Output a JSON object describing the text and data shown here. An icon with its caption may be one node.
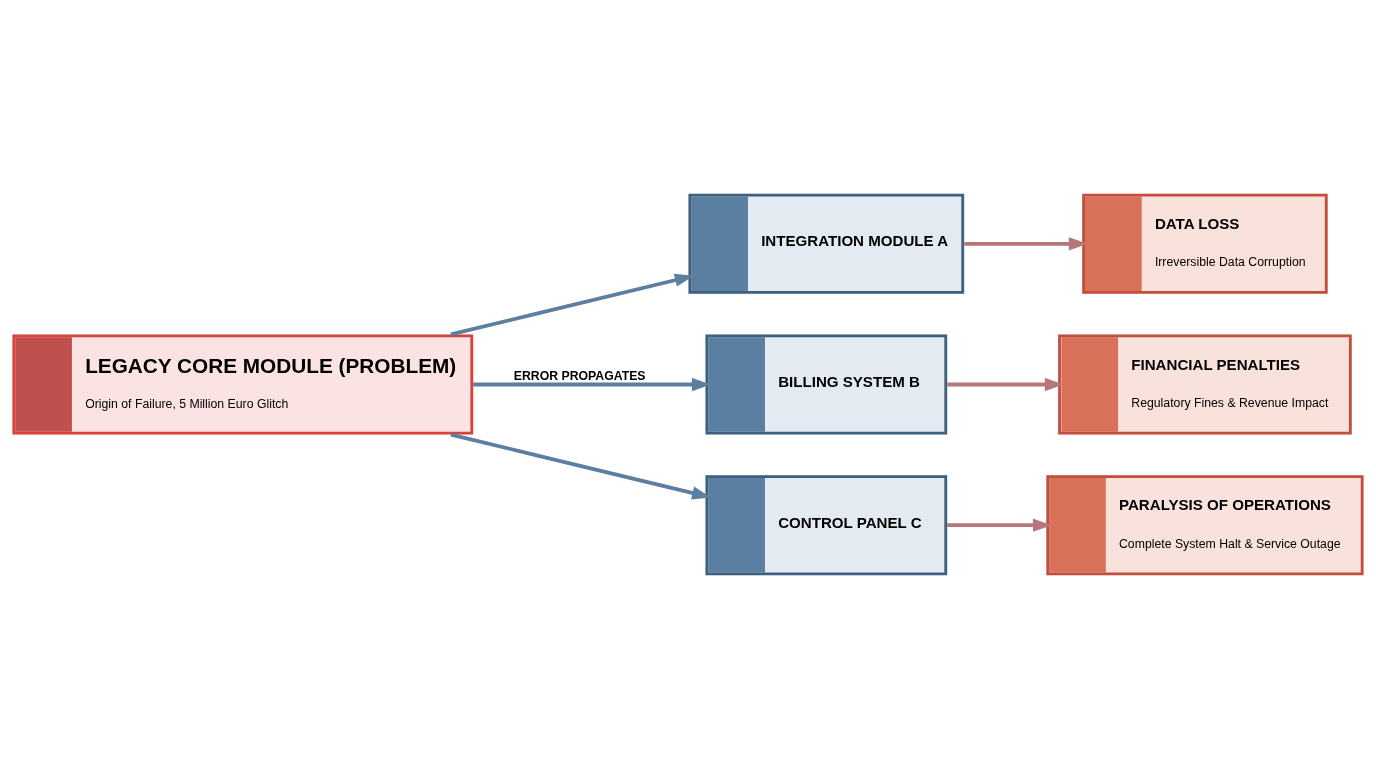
{
  "diagram": {
    "nodes": [
      {
        "text": [
          "LEGACY CORE MODULE (PROBLEM)",
          "Origin of Failure, 5 Million Euro Glitch"
        ]
      },
      {
        "text": [
          "INTEGRATION MODULE A"
        ]
      },
      {
        "text": [
          "BILLING SYSTEM B"
        ]
      },
      {
        "text": [
          "CONTROL PANEL C"
        ]
      },
      {
        "text": [
          "DATA LOSS",
          "Irreversible Data Corruption"
        ]
      },
      {
        "text": [
          "FINANCIAL PENALTIES",
          "Regulatory Fines & Revenue Impact"
        ]
      },
      {
        "text": [
          "PARALYSIS OF OPERATIONS",
          "Complete System Halt & Service Outage"
        ]
      }
    ],
    "edges": [
      {
        "from": 0,
        "to": 1,
        "arrow": "to"
      },
      {
        "from": 0,
        "to": 2,
        "arrow": "to",
        "label": "ERROR PROPAGATES"
      },
      {
        "from": 0,
        "to": 3,
        "arrow": "to"
      },
      {
        "from": 1,
        "to": 4,
        "arrow": "to",
        "color": "#b5777a"
      },
      {
        "from": 2,
        "to": 5,
        "arrow": "to",
        "color": "#b5777a"
      },
      {
        "from": 3,
        "to": 6,
        "arrow": "to",
        "color": "#b5777a"
      }
    ]
  }
}
